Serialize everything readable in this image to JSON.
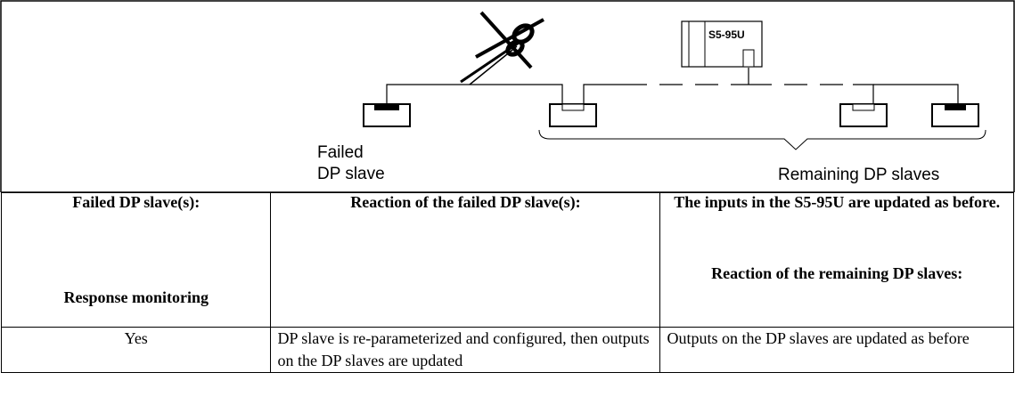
{
  "diagram": {
    "plc_label": "S5-95U",
    "failed_label_line1": "Failed",
    "failed_label_line2": "DP slave",
    "remaining_label": "Remaining DP slaves",
    "icons": [
      "scissors-icon",
      "cross-out-icon"
    ]
  },
  "table": {
    "header": {
      "col1_top": "Failed DP slave(s):",
      "col1_bottom": "Response monitoring",
      "col2": "Reaction of the failed DP slave(s):",
      "col3_top": "The inputs in the S5-95U are up­dated as before.",
      "col3_bottom": "Reaction of the remaining DP slaves:"
    },
    "rows": [
      {
        "monitoring": "Yes",
        "failed_reaction": "DP slave is re-parameterized and configured, then outputs on the DP slaves are updated",
        "remaining_reaction": "Outputs on the DP slaves are updated as before"
      }
    ]
  }
}
